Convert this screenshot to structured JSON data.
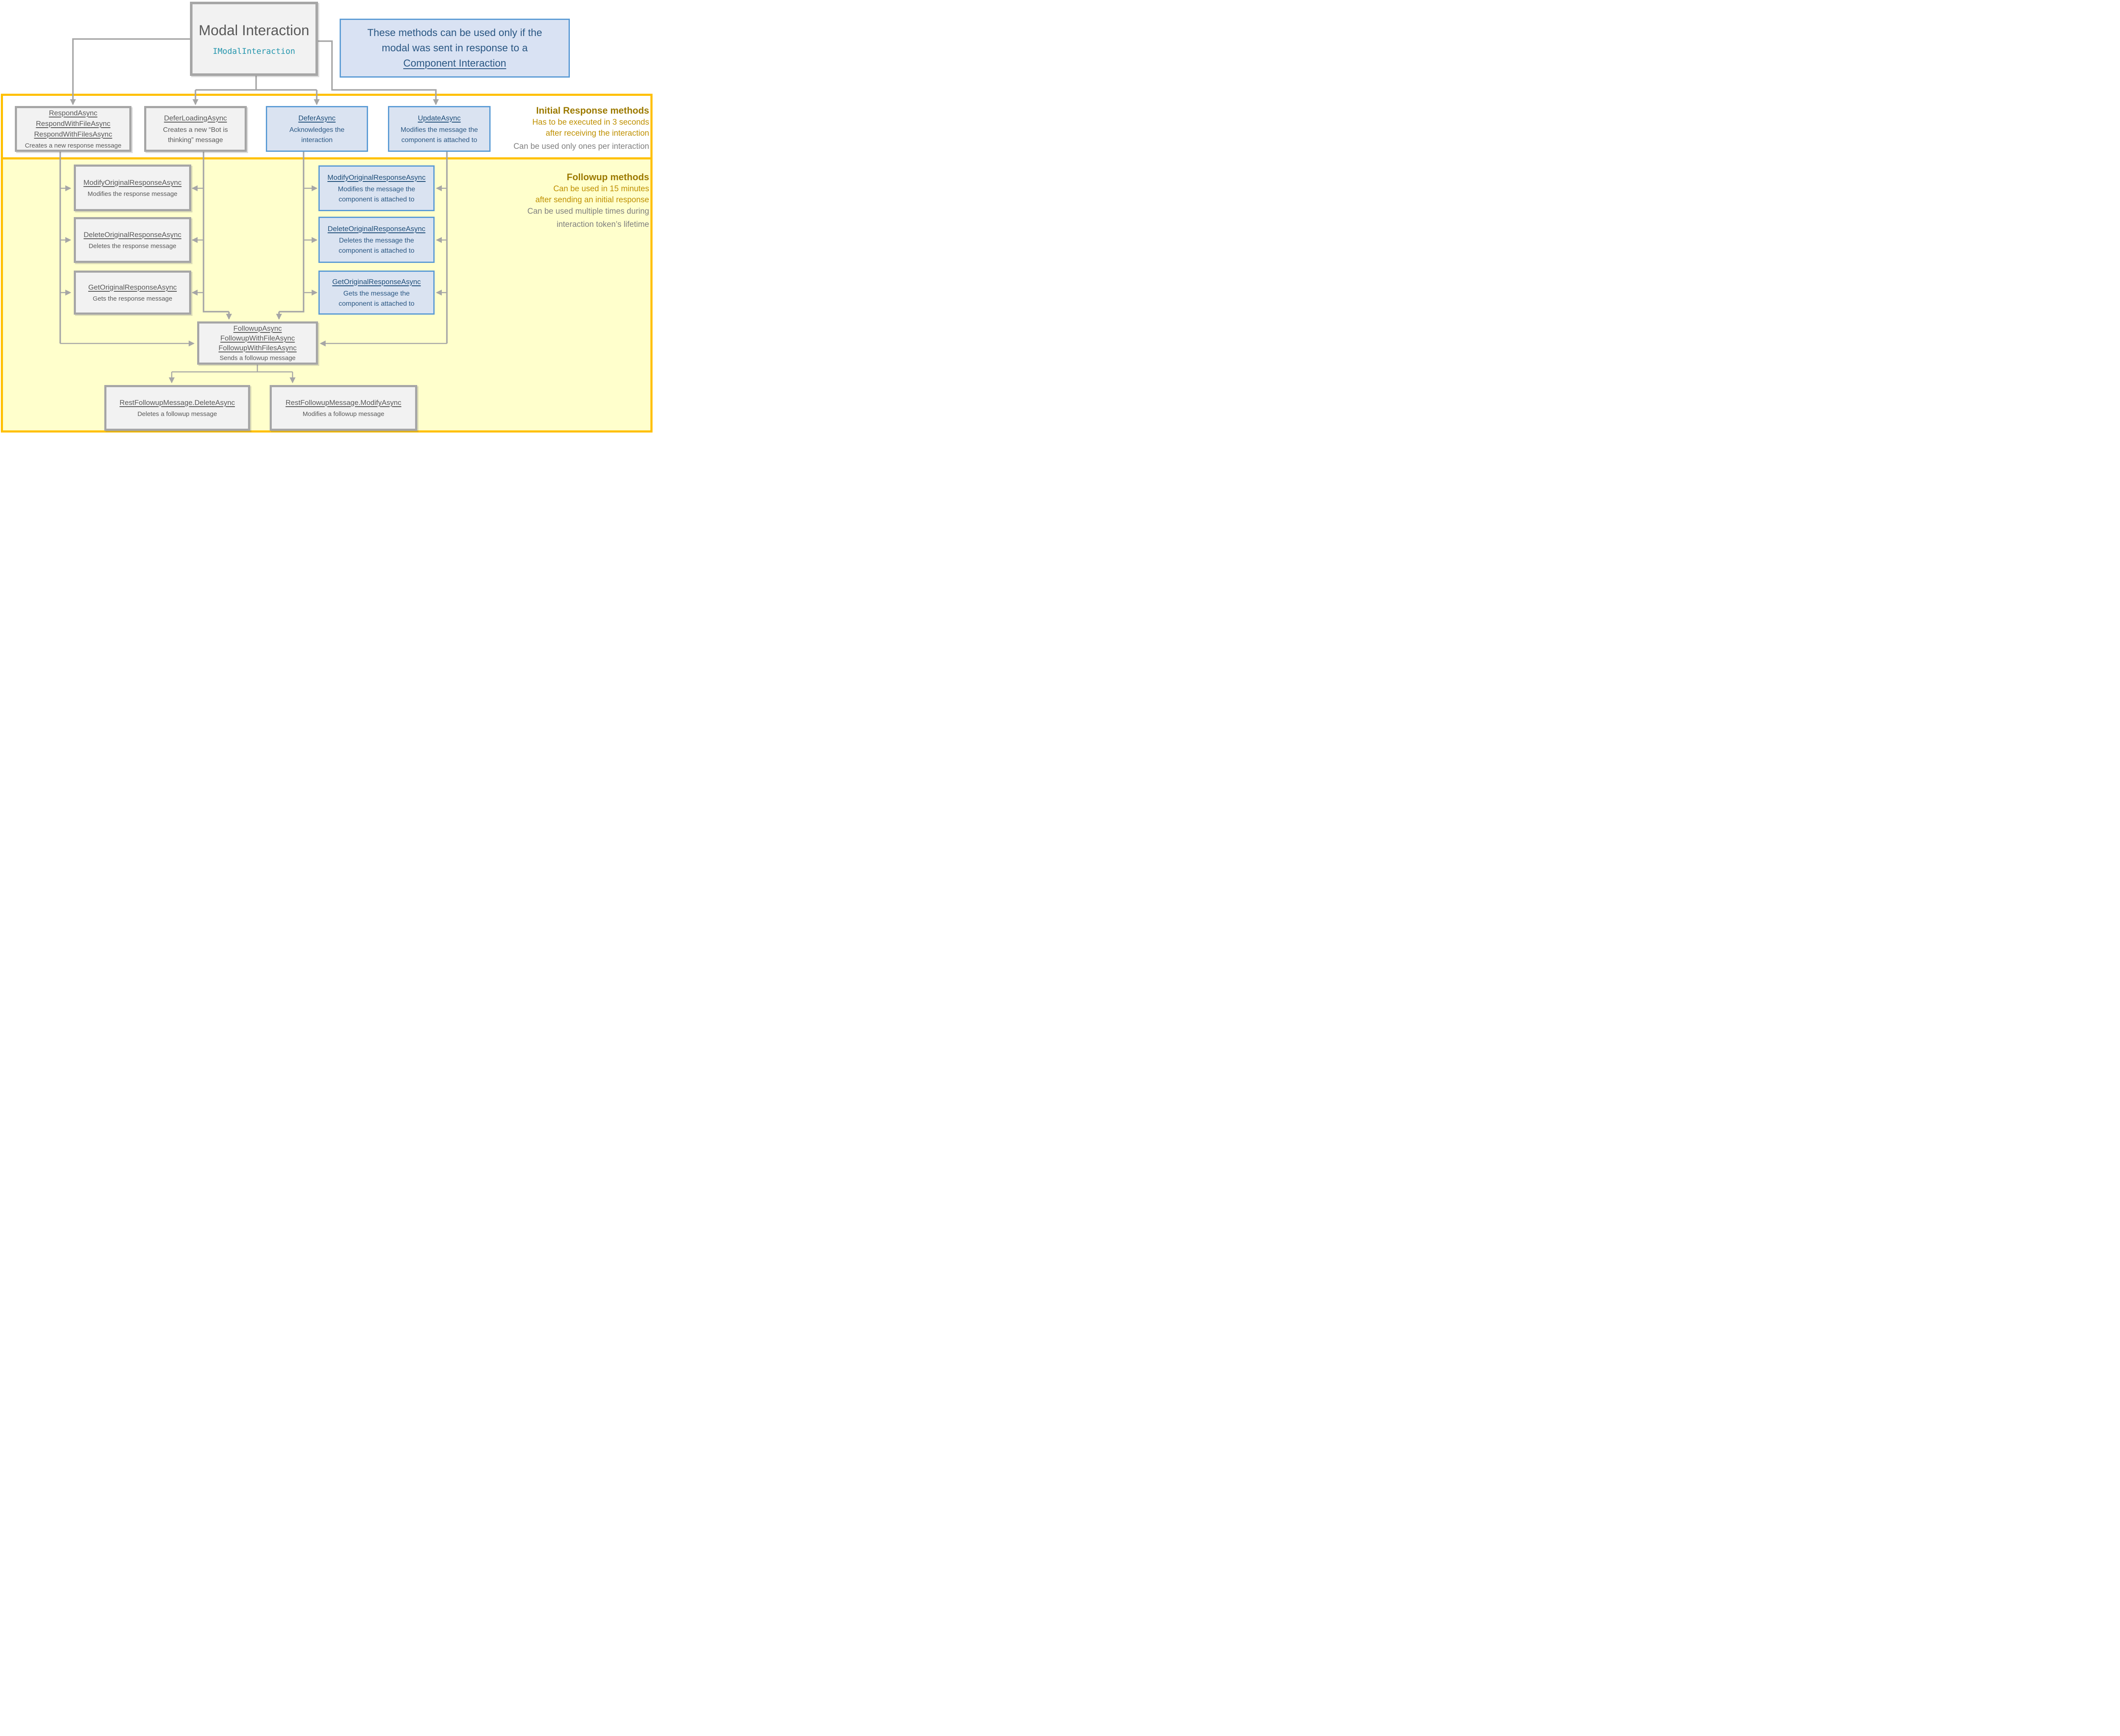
{
  "palette": {
    "accent_gold_border": "#FFC000",
    "followup_region_fill": "#FFFFCC",
    "gray_box_border": "#A6A6A6",
    "gray_box_fill": "#F2F2F2",
    "gray_text": "#595959",
    "blue_box_border": "#5B9BD5",
    "blue_box_fill": "#DAE3F1",
    "blue_text": "#1F4E79",
    "interface_teal": "#2596AD",
    "gold_heading_text": "#9C7A00",
    "gold_body_text": "#BF9000",
    "muted_gray_text": "#808080"
  },
  "root": {
    "title": "Modal Interaction",
    "subtitle": "IModalInteraction"
  },
  "note": {
    "line1": "These methods can be used only if the",
    "line2": "modal was sent in response to a",
    "link": "Component Interaction"
  },
  "initial": {
    "heading": "Initial Response methods",
    "sub1": "Has to be executed in 3 seconds",
    "sub2": "after receiving the interaction",
    "sub3": "Can be used only ones per interaction",
    "boxes": {
      "respond": {
        "links": [
          "RespondAsync",
          "RespondWithFileAsync",
          "RespondWithFilesAsync"
        ],
        "desc": "Creates a new response message"
      },
      "defer_loading": {
        "link": "DeferLoadingAsync",
        "desc": "Creates a new “Bot is thinking” message"
      },
      "defer": {
        "link": "DeferAsync",
        "desc": "Acknowledges the interaction"
      },
      "update": {
        "link": "UpdateAsync",
        "desc": "Modifies the message the component is attached to"
      }
    }
  },
  "followup": {
    "heading": "Followup methods",
    "sub1": "Can be used in 15 minutes",
    "sub2": "after sending an initial response",
    "sub3": "Can be used multiple times during",
    "sub4": "interaction token’s lifetime",
    "gray_boxes": {
      "modify": {
        "link": "ModifyOriginalResponseAsync",
        "desc": "Modifies the response message"
      },
      "delete": {
        "link": "DeleteOriginalResponseAsync",
        "desc": "Deletes the response message"
      },
      "get": {
        "link": "GetOriginalResponseAsync",
        "desc": "Gets the response message"
      }
    },
    "blue_boxes": {
      "modify": {
        "link": "ModifyOriginalResponseAsync",
        "desc": "Modifies the message the component is attached to"
      },
      "delete": {
        "link": "DeleteOriginalResponseAsync",
        "desc": "Deletes the message the component is attached to"
      },
      "get": {
        "link": "GetOriginalResponseAsync",
        "desc": "Gets the message the component is attached to"
      }
    },
    "followup_box": {
      "links": [
        "FollowupAsync",
        "FollowupWithFileAsync",
        "FollowupWithFilesAsync"
      ],
      "desc": "Sends a followup message"
    },
    "rest_delete": {
      "link": "RestFollowupMessage.DeleteAsync",
      "desc": "Deletes a followup message"
    },
    "rest_modify": {
      "link": "RestFollowupMessage.ModifyAsync",
      "desc": "Modifies a followup message"
    }
  }
}
